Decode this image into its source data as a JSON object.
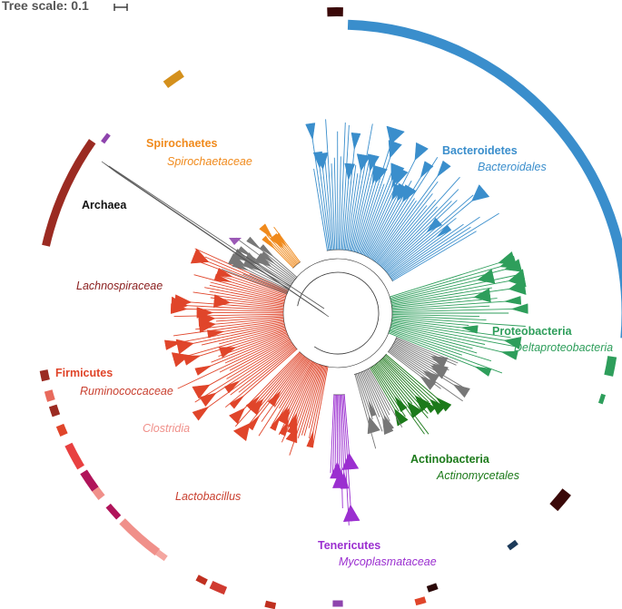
{
  "tree_scale": {
    "label": "Tree scale: 0.1"
  },
  "colors": {
    "bacteroidetes": "#3a8ecc",
    "spirochaetes": "#f08a1c",
    "proteobacteria": "#2e9e5b",
    "actinobacteria": "#1c7a1a",
    "tenericutes": "#9b2fd0",
    "firmicutes": "#e0452a",
    "clostridia": "#f0908a",
    "lachnospiraceae": "#8b2020",
    "archaea": "#777777",
    "bacilli_lactobacillus": "#c94030",
    "branch": "#333333"
  },
  "labels": {
    "spirochaetes": "Spirochaetes",
    "spirochaetaceae": "Spirochaetaceae",
    "bacteroidetes": "Bacteroidetes",
    "bacteroidales": "Bacteroidales",
    "archaea": "Archaea",
    "lachnospiraceae": "Lachnospiraceae",
    "proteobacteria": "Proteobacteria",
    "deltaproteobacteria": "Deltaproteobacteria",
    "firmicutes": "Firmicutes",
    "ruminococcaceae": "Ruminococcaceae",
    "clostridia": "Clostridia",
    "actinobacteria": "Actinobacteria",
    "actinomycetales": "Actinomycetales",
    "lactobacillus": "Lactobacillus",
    "tenericutes": "Tenericutes",
    "mycoplasmataceae": "Mycoplasmataceae"
  }
}
